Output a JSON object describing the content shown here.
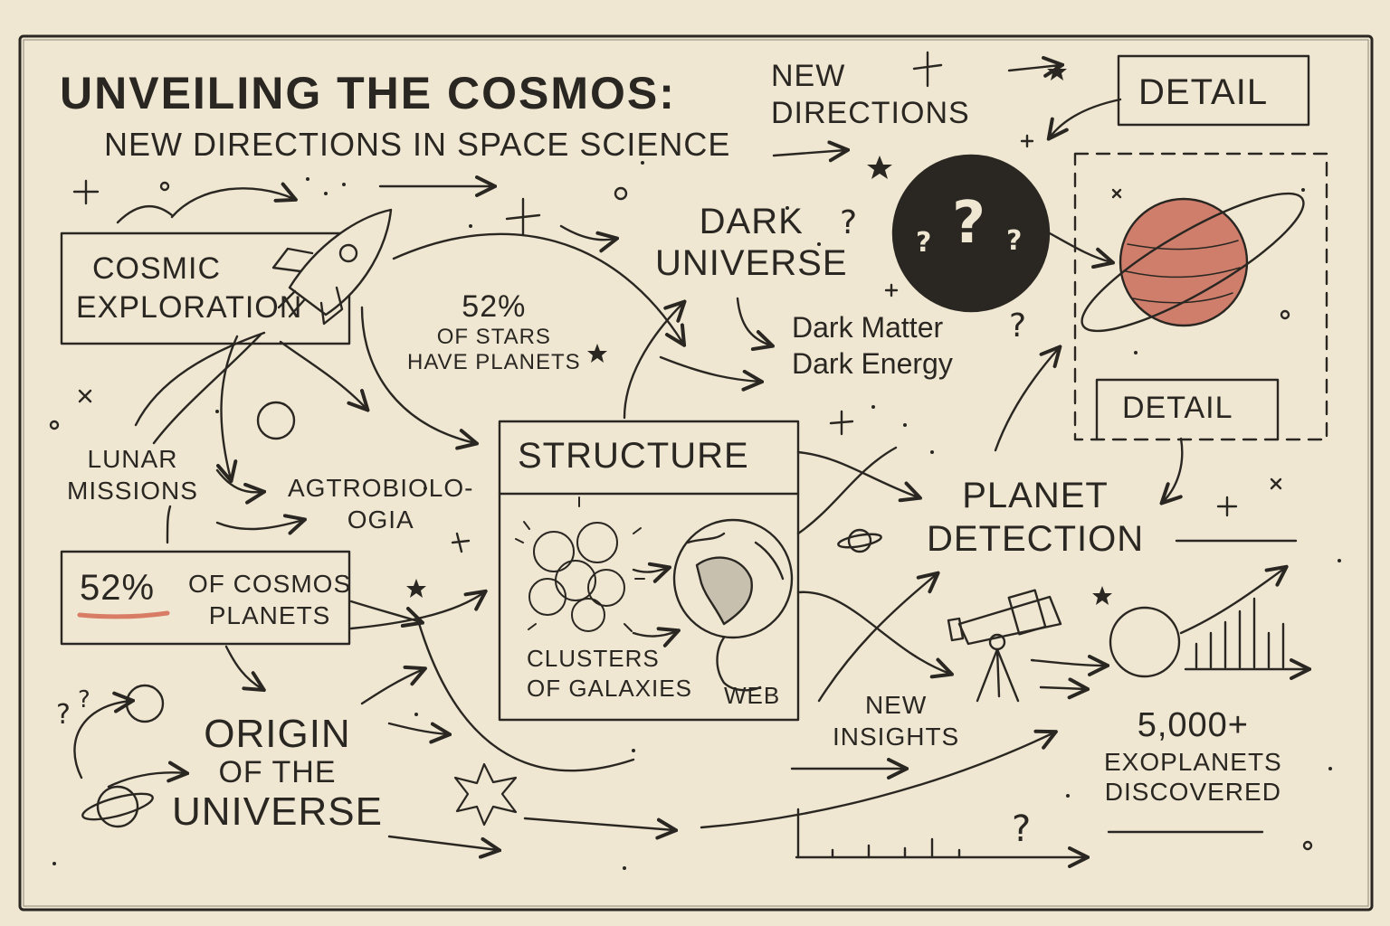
{
  "title": "UNVEILING THE COSMOS:",
  "subtitle": "NEW DIRECTIONS IN SPACE SCIENCE",
  "new_directions": [
    "NEW",
    "DIRECTIONS"
  ],
  "detail_top": "DETAIL",
  "detail_bottom": "DETAIL",
  "cosmic_exploration": [
    "COSMIC",
    "EXPLORATION"
  ],
  "stars_stat": [
    "52%",
    "OF STARS",
    "HAVE PLANETS"
  ],
  "dark_universe": [
    "DARK",
    "UNIVERSE"
  ],
  "dark_items": [
    "Dark Matter",
    "Dark Energy"
  ],
  "lunar_missions": [
    "LUNAR",
    "MISSIONS"
  ],
  "astrobiology": [
    "AGTROBIOLO-",
    "OGIA"
  ],
  "structure": {
    "title": "STRUCTURE",
    "clusters": [
      "CLUSTERS",
      "OF GALAXIES"
    ],
    "web": "WEB"
  },
  "planet_detection": [
    "PLANET",
    "DETECTION"
  ],
  "cosmos_stat": {
    "value": "52%",
    "label": [
      "OF COSMOS",
      "PLANETS"
    ]
  },
  "origin": [
    "ORIGIN",
    "OF THE",
    "UNIVERSE"
  ],
  "new_insights": [
    "NEW",
    "INSIGHTS"
  ],
  "exoplanets": [
    "5,000+",
    "EXOPLANETS",
    "DISCOVERED"
  ],
  "colors": {
    "paper": "#efe7d2",
    "ink": "#2a2722",
    "accent": "#d97c66",
    "planet": "#cf7e6c"
  }
}
